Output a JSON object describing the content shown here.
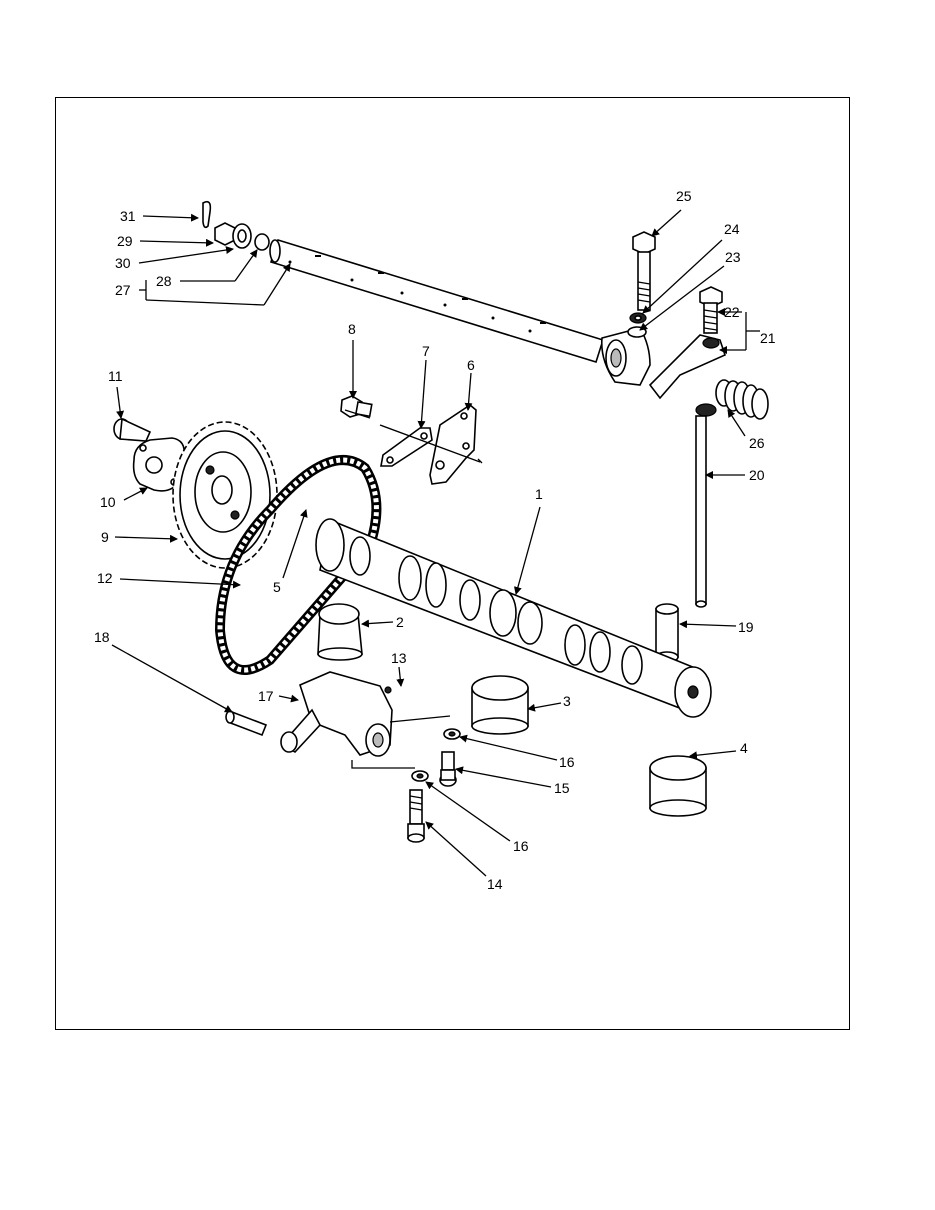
{
  "callouts": [
    "1",
    "2",
    "3",
    "4",
    "5",
    "6",
    "7",
    "8",
    "9",
    "10",
    "11",
    "12",
    "13",
    "14",
    "15",
    "16",
    "16",
    "17",
    "18",
    "19",
    "20",
    "21",
    "22",
    "23",
    "24",
    "25",
    "26",
    "27",
    "28",
    "29",
    "30",
    "31"
  ]
}
